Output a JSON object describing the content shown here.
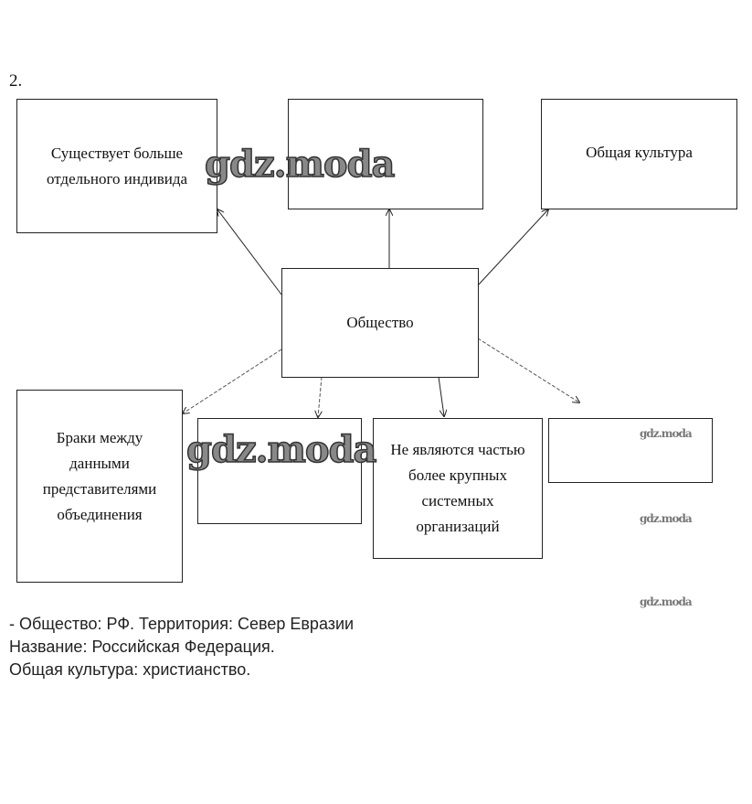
{
  "task_number": "2.",
  "center": "Общество",
  "top_boxes": [
    "Существует больше отдельного индивида",
    "",
    "Общая культура"
  ],
  "bottom_boxes": [
    "Браки между данными представителями объединения",
    "",
    "Не являются частью более крупных системных организаций",
    ""
  ],
  "watermark": "gdz.moda",
  "notes": [
    "- Общество: РФ. Территория: Север Евразии",
    "Название: Российская Федерация.",
    "Общая культура: христианство."
  ]
}
